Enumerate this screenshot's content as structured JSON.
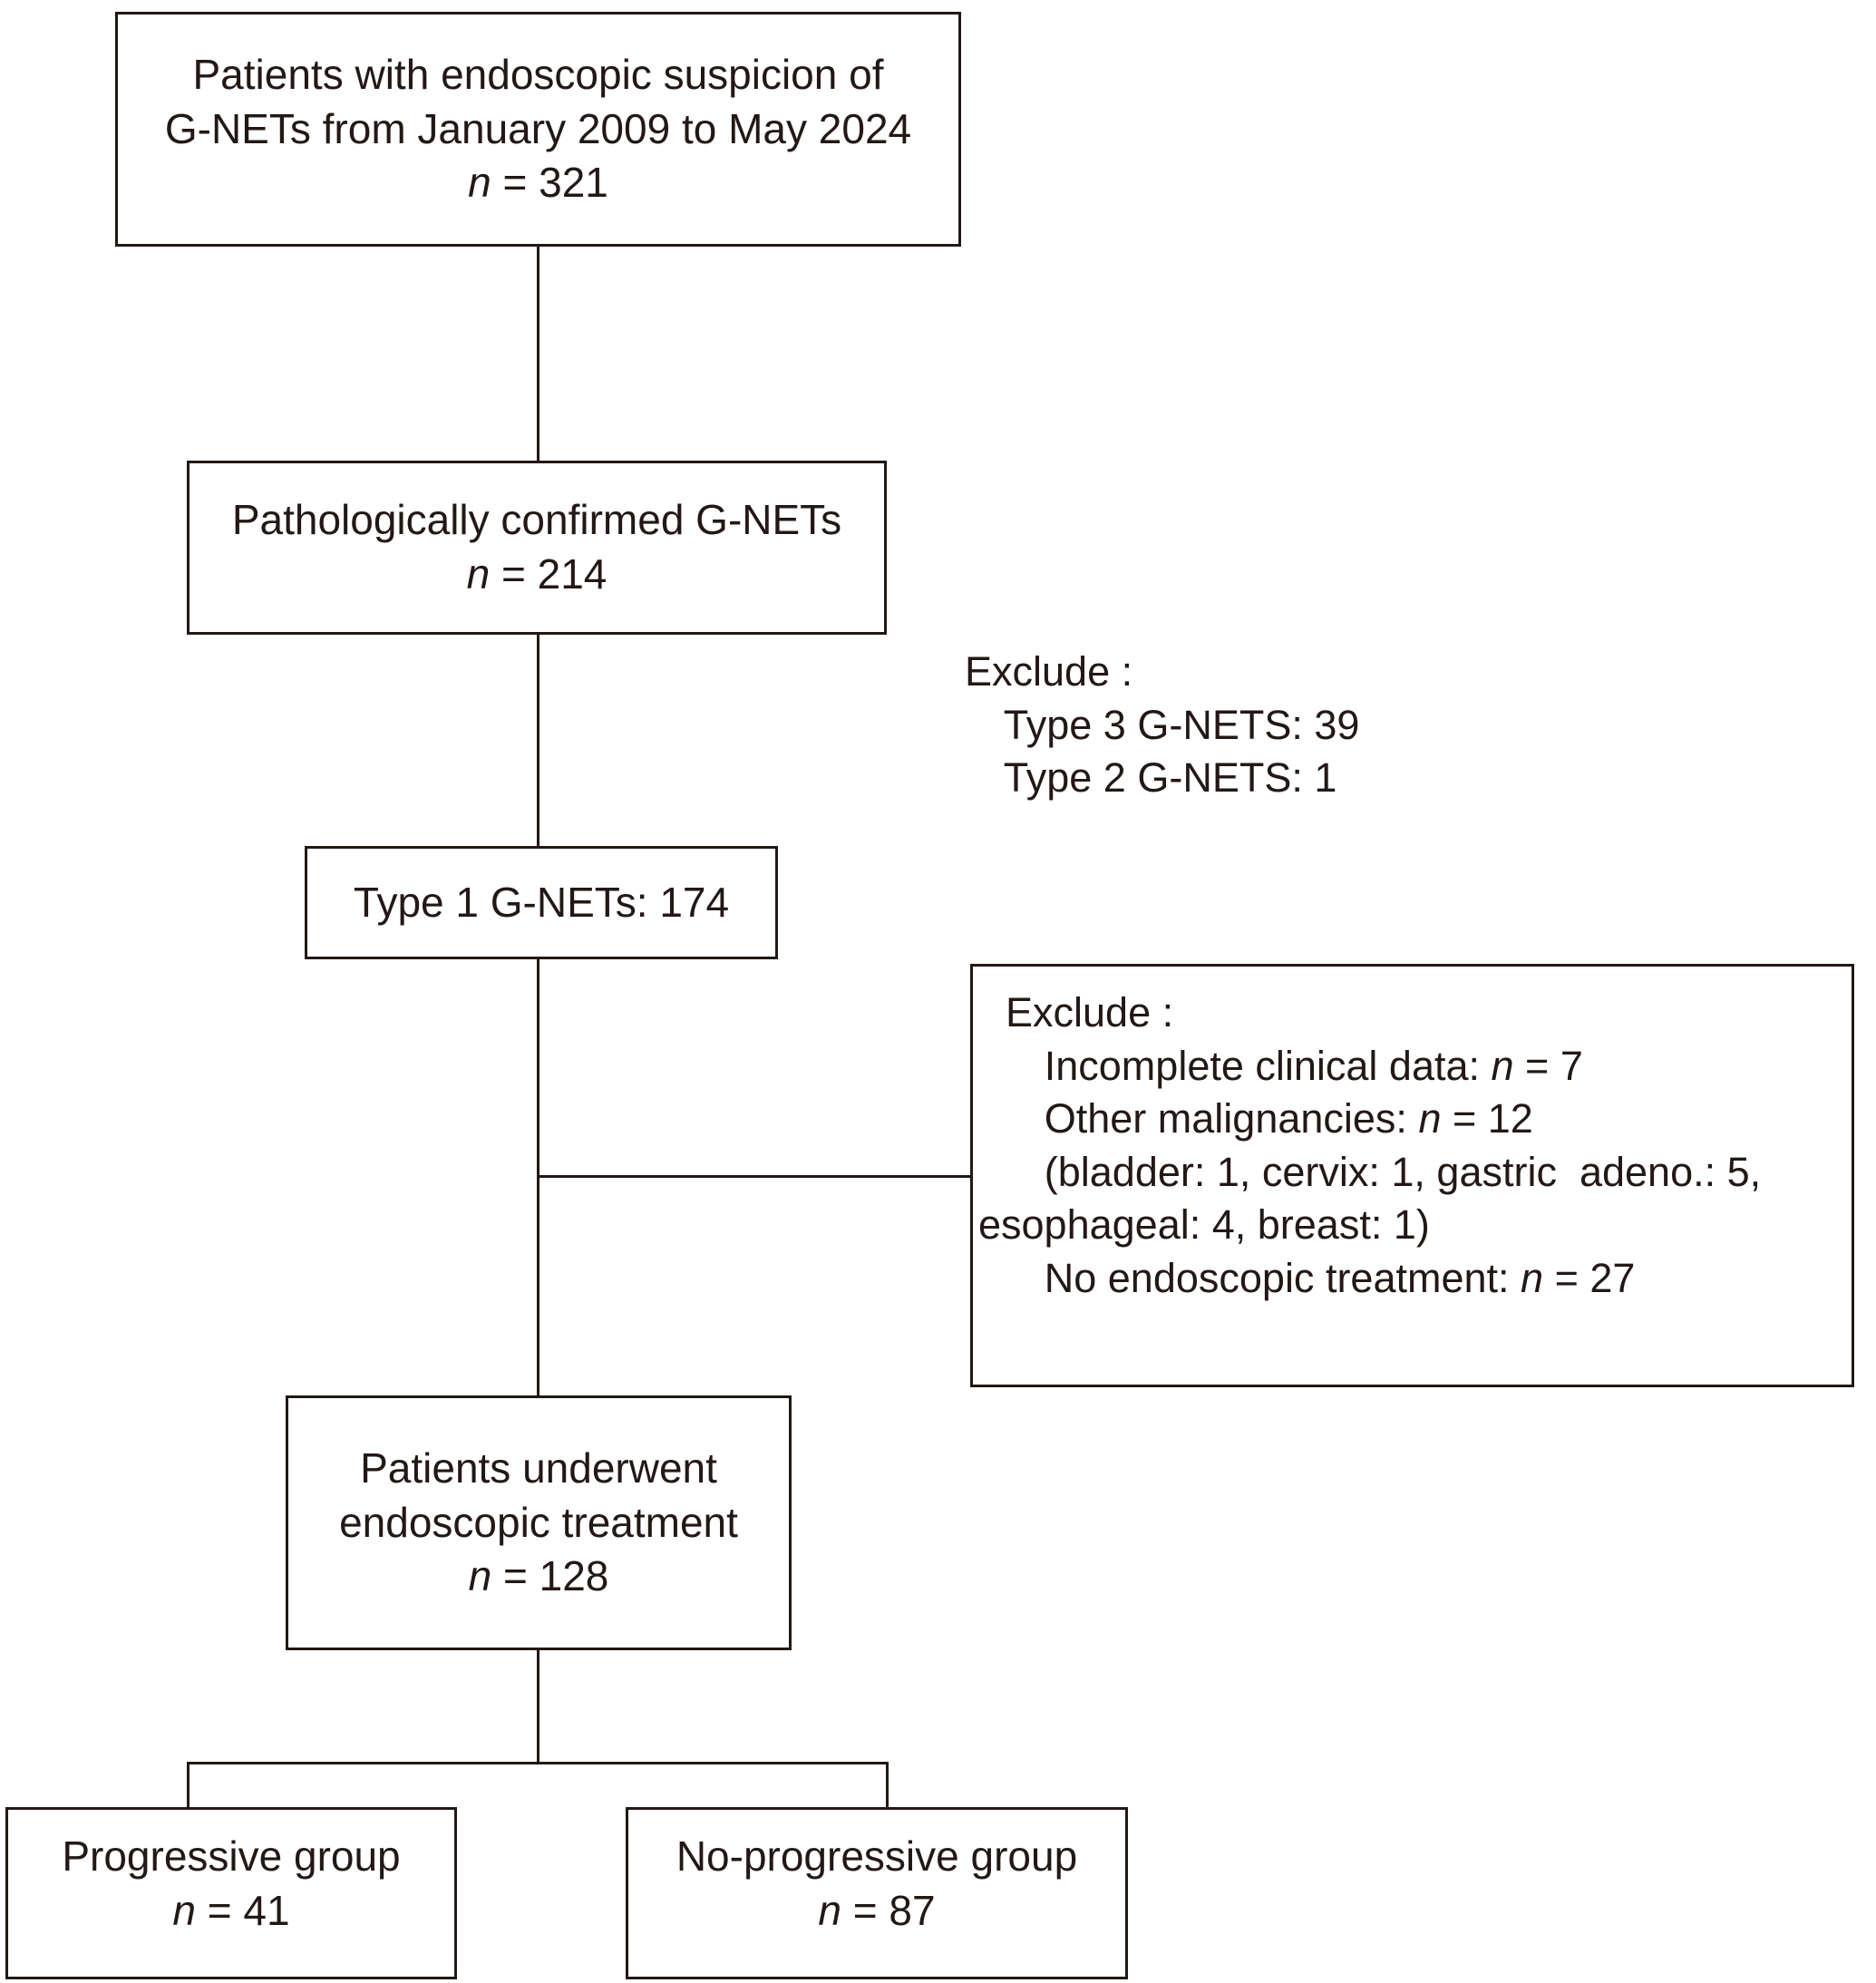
{
  "diagram": {
    "title": "Patient selection flowchart for Type 1 gastric neuroendocrine tumors",
    "type": "flowchart",
    "colors": {
      "stroke": "#231815",
      "background": "#ffffff",
      "text": "#231815"
    }
  },
  "nodes": {
    "enrolled": {
      "line1": "Patients with endoscopic suspicion of",
      "line2": "G-NETs from January 2009 to May 2024",
      "n_symbol": "n",
      "n_eq": " = 321",
      "count": 321
    },
    "confirmed": {
      "line1": "Pathologically confirmed G-NETs",
      "n_symbol": "n",
      "n_eq": " = 214",
      "count": 214
    },
    "type1": {
      "line1": "Type 1 G-NETs: 174",
      "count": 174
    },
    "treated": {
      "line1": "Patients underwent",
      "line2": "endoscopic treatment",
      "n_symbol": "n",
      "n_eq": " = 128",
      "count": 128
    },
    "progressive": {
      "line1": "Progressive group",
      "n_symbol": "n",
      "n_eq": " = 41",
      "count": 41
    },
    "no_progressive": {
      "line1": "No-progressive group",
      "n_symbol": "n",
      "n_eq": " = 87",
      "count": 87
    }
  },
  "exclusions": {
    "first": {
      "header": "Exclude :",
      "items": [
        {
          "label": "Type 3 G-NETS: 39",
          "count": 39
        },
        {
          "label": "Type 2 G-NETS: 1",
          "count": 1
        }
      ]
    },
    "second": {
      "header": "Exclude :",
      "item1_label": "Incomplete clinical data: ",
      "item1_n": "n",
      "item1_eq": " = 7",
      "item2_label": "Other malignancies: ",
      "item2_n": "n",
      "item2_eq": " = 12",
      "item2_detail_line1": "(bladder: 1, cervix: 1, gastric  adeno.: 5,",
      "item2_detail_line2": "esophageal: 4, breast: 1)",
      "item3_label": "No endoscopic treatment: ",
      "item3_n": "n",
      "item3_eq": " = 27"
    }
  }
}
